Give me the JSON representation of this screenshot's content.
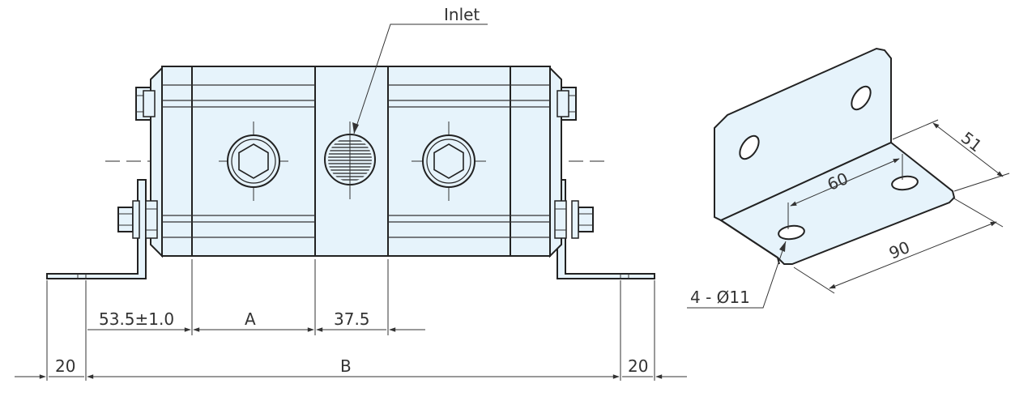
{
  "colors": {
    "part_fill": "#e6f3fb",
    "line": "#222222",
    "text": "#333333"
  },
  "front_view": {
    "inlet_label": "Inlet",
    "dims": {
      "left_offset": "53.5±1.0",
      "a": "A",
      "center_spacing": "37.5",
      "left_foot": "20",
      "overall": "B",
      "right_foot": "20"
    }
  },
  "bracket_view": {
    "dims": {
      "width": "51",
      "hole_spacing": "60",
      "length": "90",
      "holes": "4 - Ø11"
    }
  }
}
